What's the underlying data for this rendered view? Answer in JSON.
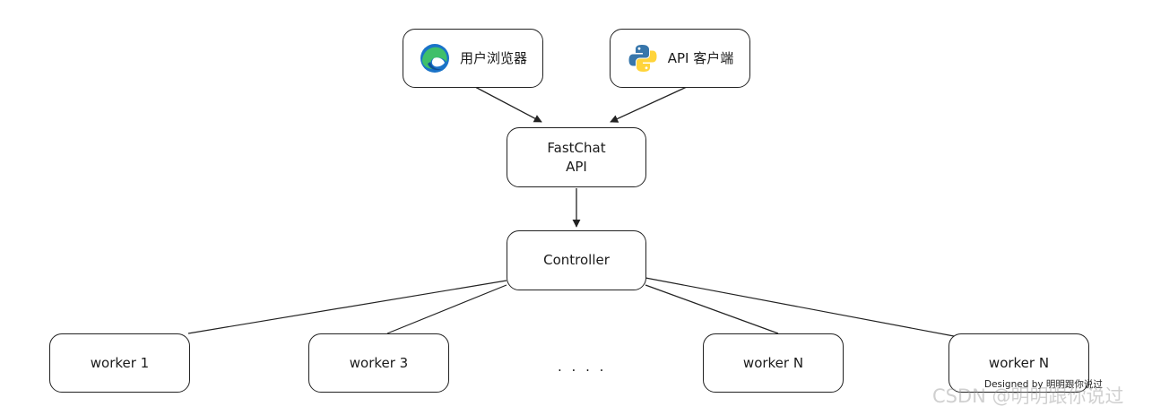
{
  "nodes": {
    "browser": {
      "label": "用户浏览器",
      "icon": "edge-browser-icon"
    },
    "api_client": {
      "label": "API 客户端",
      "icon": "python-icon"
    },
    "fastchat": {
      "line1": "FastChat",
      "line2": "API"
    },
    "controller": {
      "label": "Controller"
    },
    "workers": [
      {
        "label": "worker 1"
      },
      {
        "label": "worker 3"
      },
      {
        "label": "worker N"
      },
      {
        "label": "worker N"
      }
    ]
  },
  "ellipsis": ". . . .",
  "credit": "Designed by 明明跟你说过",
  "watermark": "CSDN @明明跟你说过",
  "colors": {
    "edge_blue": "#1a73c8",
    "edge_green": "#3fbf6a",
    "python_blue": "#3776ab",
    "python_yellow": "#ffd43b",
    "stroke": "#222222"
  }
}
